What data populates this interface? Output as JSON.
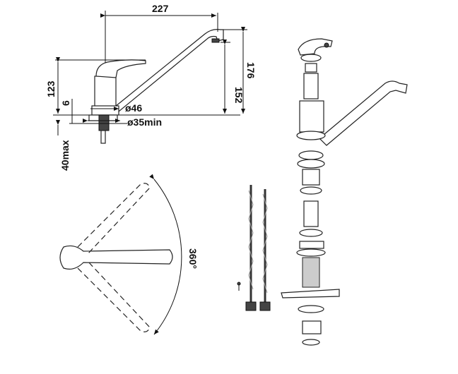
{
  "dimensions": {
    "reach": "227",
    "handle_height": "123",
    "deck_offset": "6",
    "spout_clearance": "152",
    "total_height": "176",
    "base_diameter": "ø46",
    "hole_diameter": "ø35min",
    "deck_thickness": "40max",
    "rotation": "360°"
  },
  "colors": {
    "line": "#111111",
    "background": "#ffffff"
  }
}
